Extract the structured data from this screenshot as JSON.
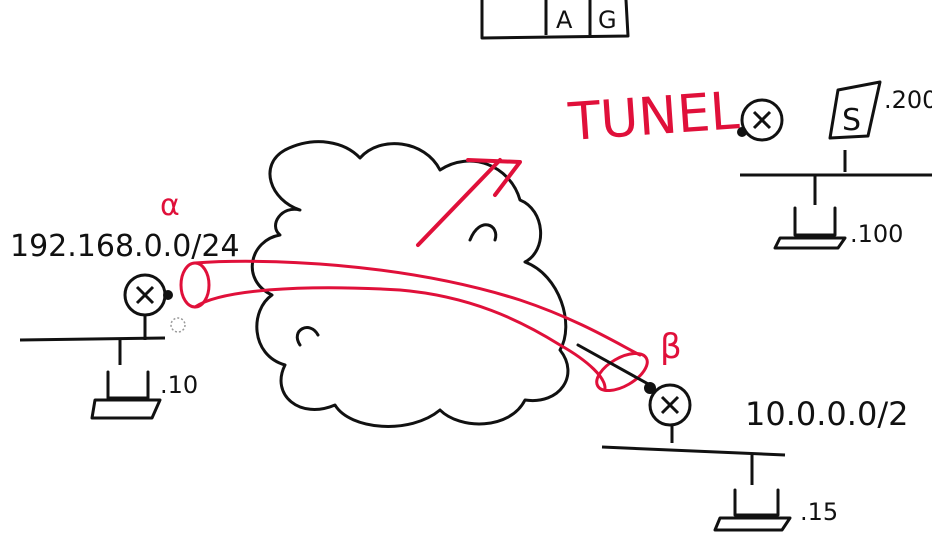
{
  "colors": {
    "ink": "#111111",
    "accent": "#e0103a",
    "background": "#ffffff"
  },
  "labels": {
    "network_left": "192.168.0.0/24",
    "network_right": "10.0.0.0/2",
    "host_left": ".10",
    "host_right": ".15",
    "host_top_right": ".100",
    "server_addr": ".200",
    "server_letter": "S",
    "alpha": "α",
    "beta": "β",
    "tunnel": "TUNEL",
    "box_a": "A",
    "box_g": "G"
  },
  "icons": {
    "router": "router-icon",
    "laptop": "laptop-icon",
    "cloud": "internet-cloud-icon",
    "server": "server-icon"
  }
}
